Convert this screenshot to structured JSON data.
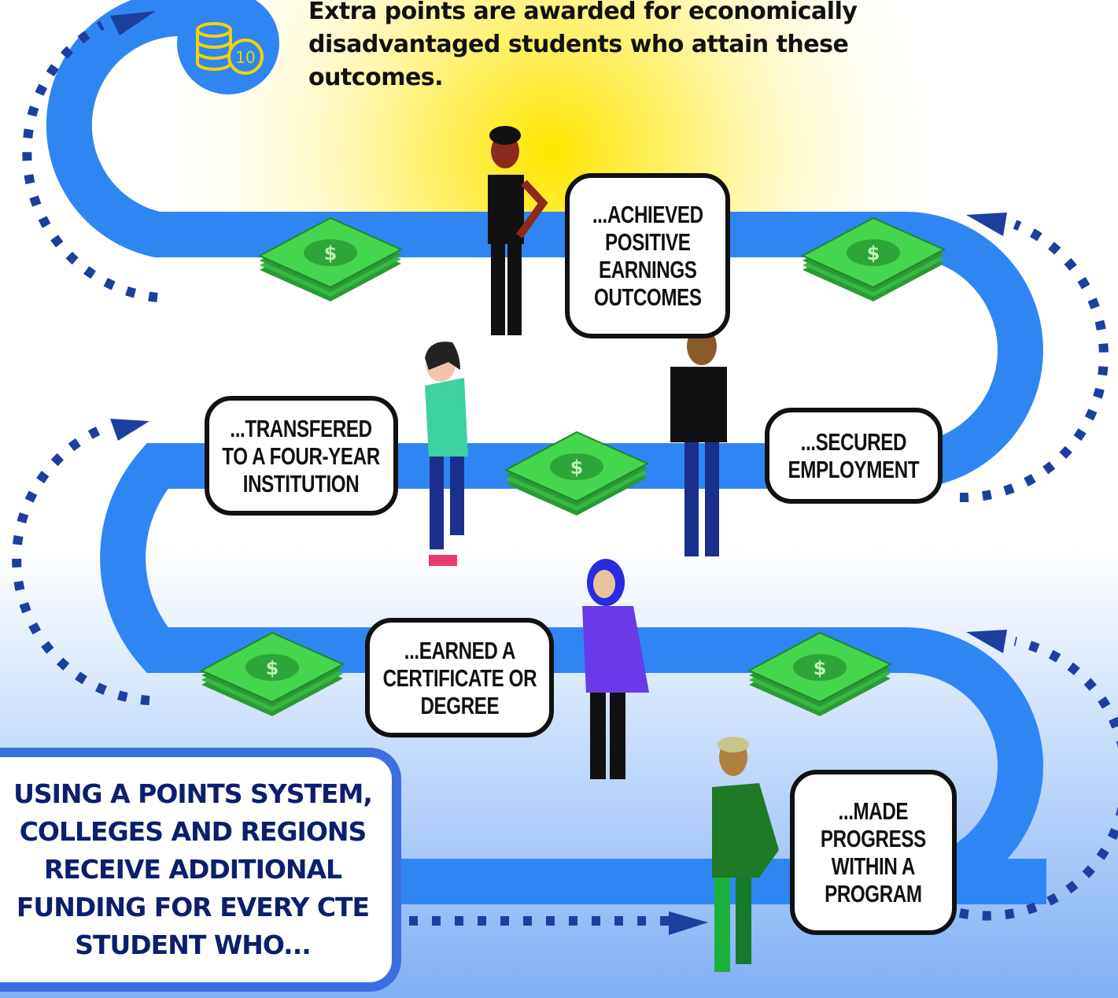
{
  "top_text": [
    "Extra points are awarded for economically",
    "disadvantaged students who attain these",
    "outcomes."
  ],
  "badge": {
    "icon": "coin-stack-icon",
    "label": "10"
  },
  "summary": [
    "USING A POINTS SYSTEM,",
    "COLLEGES AND REGIONS",
    "RECEIVE ADDITIONAL",
    "FUNDING FOR EVERY CTE",
    "STUDENT WHO..."
  ],
  "outcomes": {
    "earnings": [
      "...ACHIEVED",
      "POSITIVE",
      "EARNINGS",
      "OUTCOMES"
    ],
    "transfer": [
      "...TRANSFERED",
      "TO  A FOUR-YEAR",
      "INSTITUTION"
    ],
    "employment": [
      "...SECURED",
      "EMPLOYMENT"
    ],
    "certificate": [
      "...EARNED A",
      "CERTIFICATE OR",
      "DEGREE"
    ],
    "progress": [
      "...MADE",
      "PROGRESS",
      "WITHIN A",
      "PROGRAM"
    ]
  },
  "colors": {
    "path": "#2f86f2",
    "arrow": "#1c3f9e",
    "money": "#3fd24a",
    "sun": "#fde600",
    "sky_bottom": "#7fb0f6"
  }
}
